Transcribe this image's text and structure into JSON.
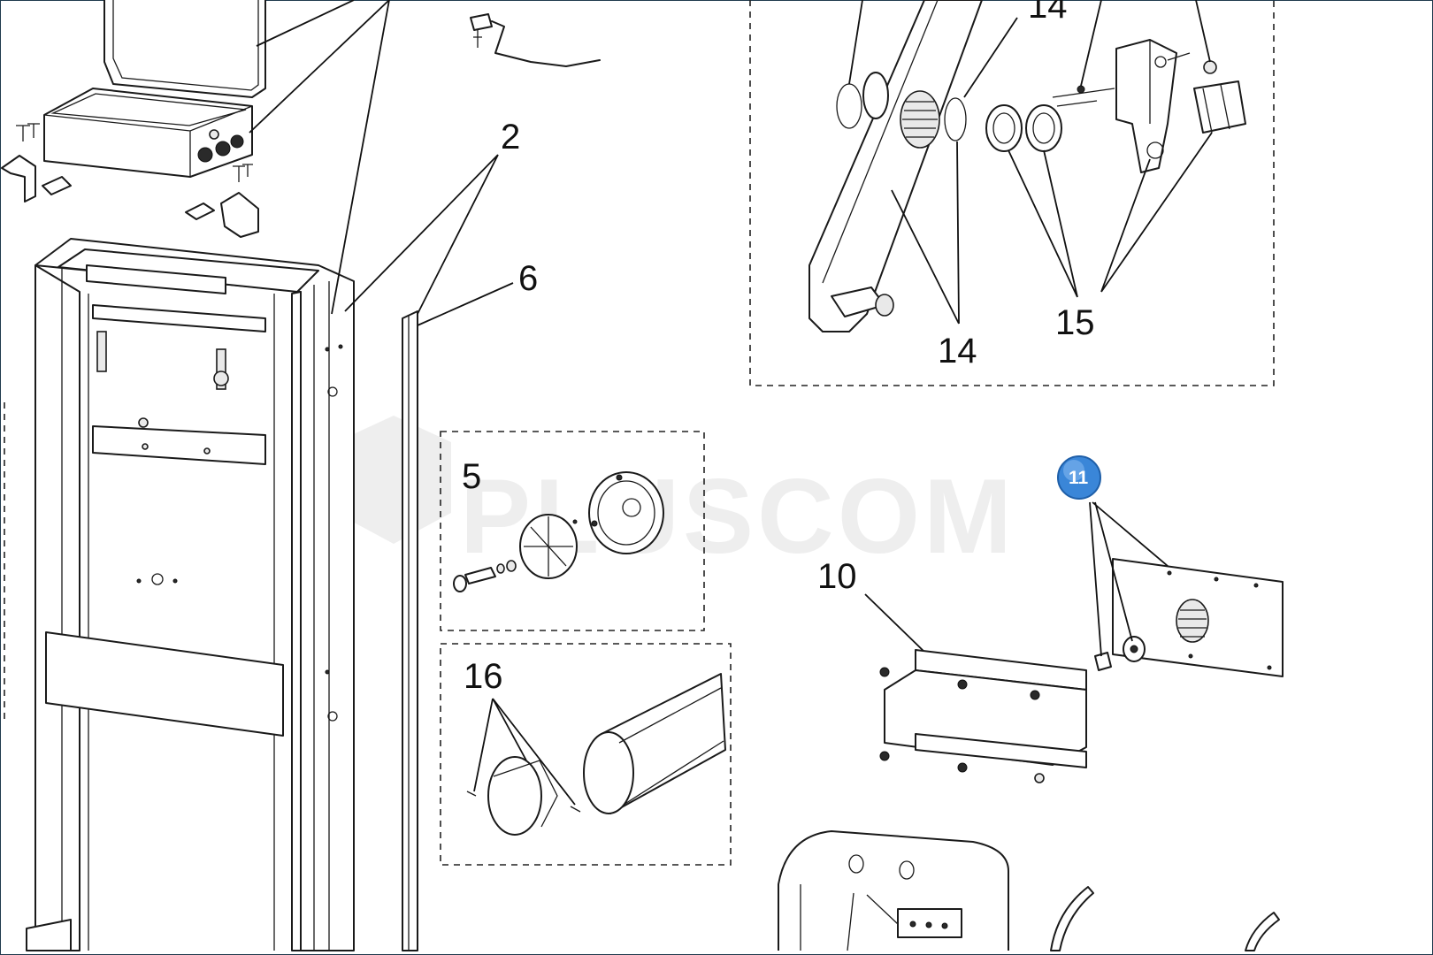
{
  "watermark": {
    "text": "PLUSCOM"
  },
  "callouts": {
    "c2": "2",
    "c6": "6",
    "c5": "5",
    "c16": "16",
    "c10": "10",
    "c14_top": "14",
    "c14_bottom": "14",
    "c15": "15",
    "c11": "11"
  },
  "colors": {
    "line": "#1a1a1a",
    "badge": "#3a86d8",
    "frame": "#1f3a4d",
    "watermark": "#cfcfcf"
  }
}
